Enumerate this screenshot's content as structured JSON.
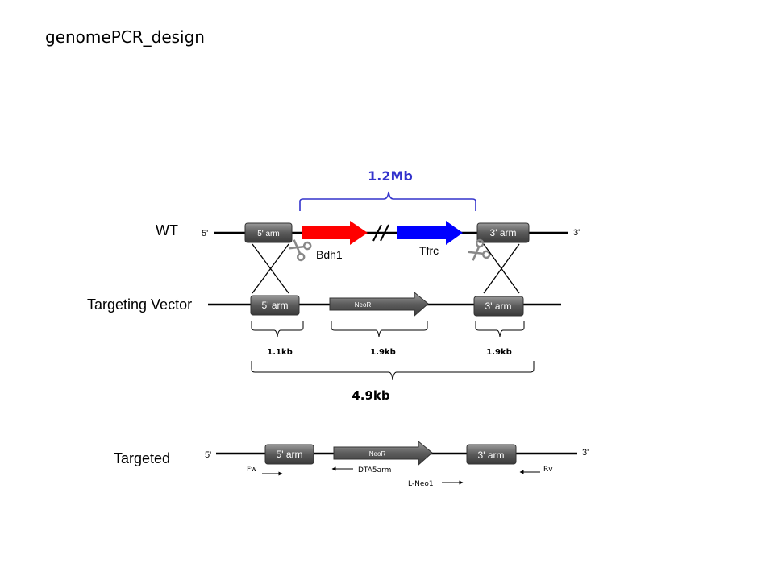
{
  "slide_title": "genomePCR_design",
  "colors": {
    "bdh1_arrow": "#ff0000",
    "tfrc_arrow": "#0000ff",
    "span_bracket": "#3333cc",
    "line": "#000000",
    "box_fill": "#555555"
  },
  "span": {
    "label": "1.2Mb"
  },
  "wt": {
    "label": "WT",
    "end5": "5'",
    "end3": "3'",
    "arm5": "5' arm",
    "arm3": "3' arm",
    "gene1": "Bdh1",
    "gene2": "Tfrc"
  },
  "vector": {
    "label": "Targeting Vector",
    "arm5": "5' arm",
    "neo": "NeoR",
    "arm3": "3' arm",
    "size_arm5": "1.1kb",
    "size_neo": "1.9kb",
    "size_arm3": "1.9kb",
    "total": "4.9kb"
  },
  "targeted": {
    "label": "Targeted",
    "end5": "5'",
    "end3": "3'",
    "arm5": "5' arm",
    "neo": "NeoR",
    "arm3": "3' arm",
    "primers": {
      "fw": "Fw",
      "dta": "DTA5arm",
      "lneo": "L-Neo1",
      "rv": "Rv"
    }
  },
  "icons": [
    "scissors-icon",
    "break-mark-icon"
  ]
}
